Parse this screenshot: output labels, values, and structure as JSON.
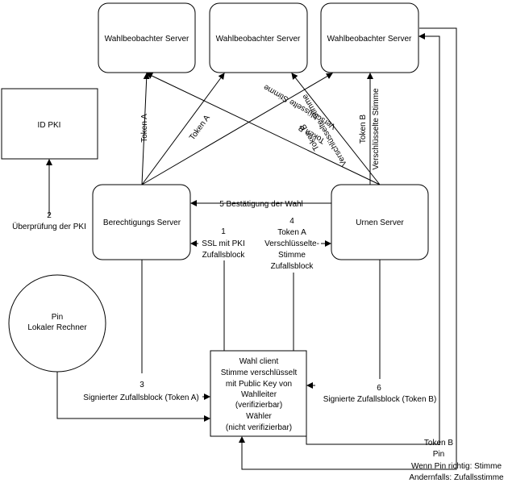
{
  "nodes": {
    "observer_1": "Wahlbeobachter Server",
    "observer_2": "Wahlbeobachter Server",
    "observer_3": "Wahlbeobachter Server",
    "id_pki": "ID PKI",
    "auth_server": "Berechtigungs Server",
    "urn_server": "Urnen Server",
    "pin_line1": "Pin",
    "pin_line2": "Lokaler Rechner",
    "client_lines": [
      "Wahl client",
      "Stimme verschlüsselt",
      "mit Public Key von",
      "Wahlleiter",
      "(verifizierbar)",
      "Wähler",
      "(nicht verifizierbar)"
    ]
  },
  "labels": {
    "token_a_1": "Token A",
    "token_a_2": "Token A",
    "token_b_rot_1": "Token B",
    "token_b_rot_2": "Verschlüsselte Stimme",
    "token_b_rot_3": "Verschlüsselte Stimme",
    "token_b_rot_4": "Token B",
    "token_b_v_1": "Token B",
    "token_b_v_2": "Verschlüsselte Stimme",
    "step2_num": "2",
    "step2_text": "Überprüfung der PKI",
    "step5": "5 Bestätigung der Wahl",
    "step1_lines": [
      "1",
      "SSL mit PKI",
      "Zufallsblock"
    ],
    "step4_lines": [
      "4",
      "Token A",
      "Verschlüsselte-",
      "Stimme",
      "Zufallsblock"
    ],
    "step3_num": "3",
    "step3_text": "Signierter Zufallsblock (Token A)",
    "step6_num": "6",
    "step6_text": "Signierte Zufallsblock (Token B)",
    "bottom_token_b": "Token B",
    "bottom_pin": "Pin",
    "bottom_line1": "Wenn Pin richtig: Stimme",
    "bottom_line2": "Andernfalls: Zufallsstimme"
  }
}
